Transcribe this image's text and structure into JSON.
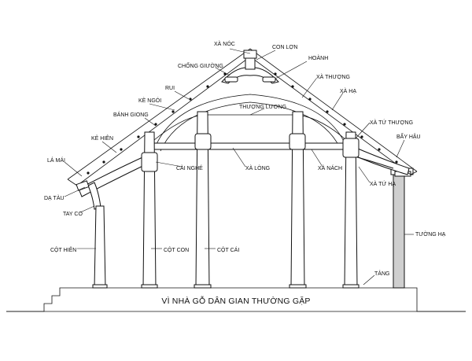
{
  "title": "VÌ NHÀ GỖ DÂN GIAN THƯỜNG GẶP",
  "labels": {
    "xa_noc": "XÀ NÓC",
    "con_lon": "CON LỢN",
    "chong_giuong": "CHỐNG GIƯỜNG",
    "hoanh": "HOÀNH",
    "rui": "RUI",
    "ke_ngoi": "KÈ NGÓI",
    "xa_thuong": "XÀ THƯỢNG",
    "thuong_luong": "THƯỢNG LƯƠNG",
    "xa_ha": "XÀ HẠ",
    "banh_giong": "BÁNH GIONG",
    "xa_tu_thuong": "XÀ TỨ THƯỢNG",
    "ke_hien": "KẺ HIÊN",
    "bay_hau": "BẨY HẬU",
    "la_mai": "LÁ MÁI",
    "cai_nghe": "CÀI NGHÉ",
    "xa_long": "XÀ LÒNG",
    "xa_nach": "XÀ NÁCH",
    "xa_tu_ha": "XÀ TỨ HẠ",
    "da_tau": "DẠ TÀU",
    "tay_co": "TAY CO",
    "tuong_ha": "TƯỜNG HẠ",
    "cot_hien": "CỘT HIÊN",
    "cot_con": "CỘT CON",
    "cot_cai": "CỘT CÁI",
    "tang": "TẢNG"
  }
}
